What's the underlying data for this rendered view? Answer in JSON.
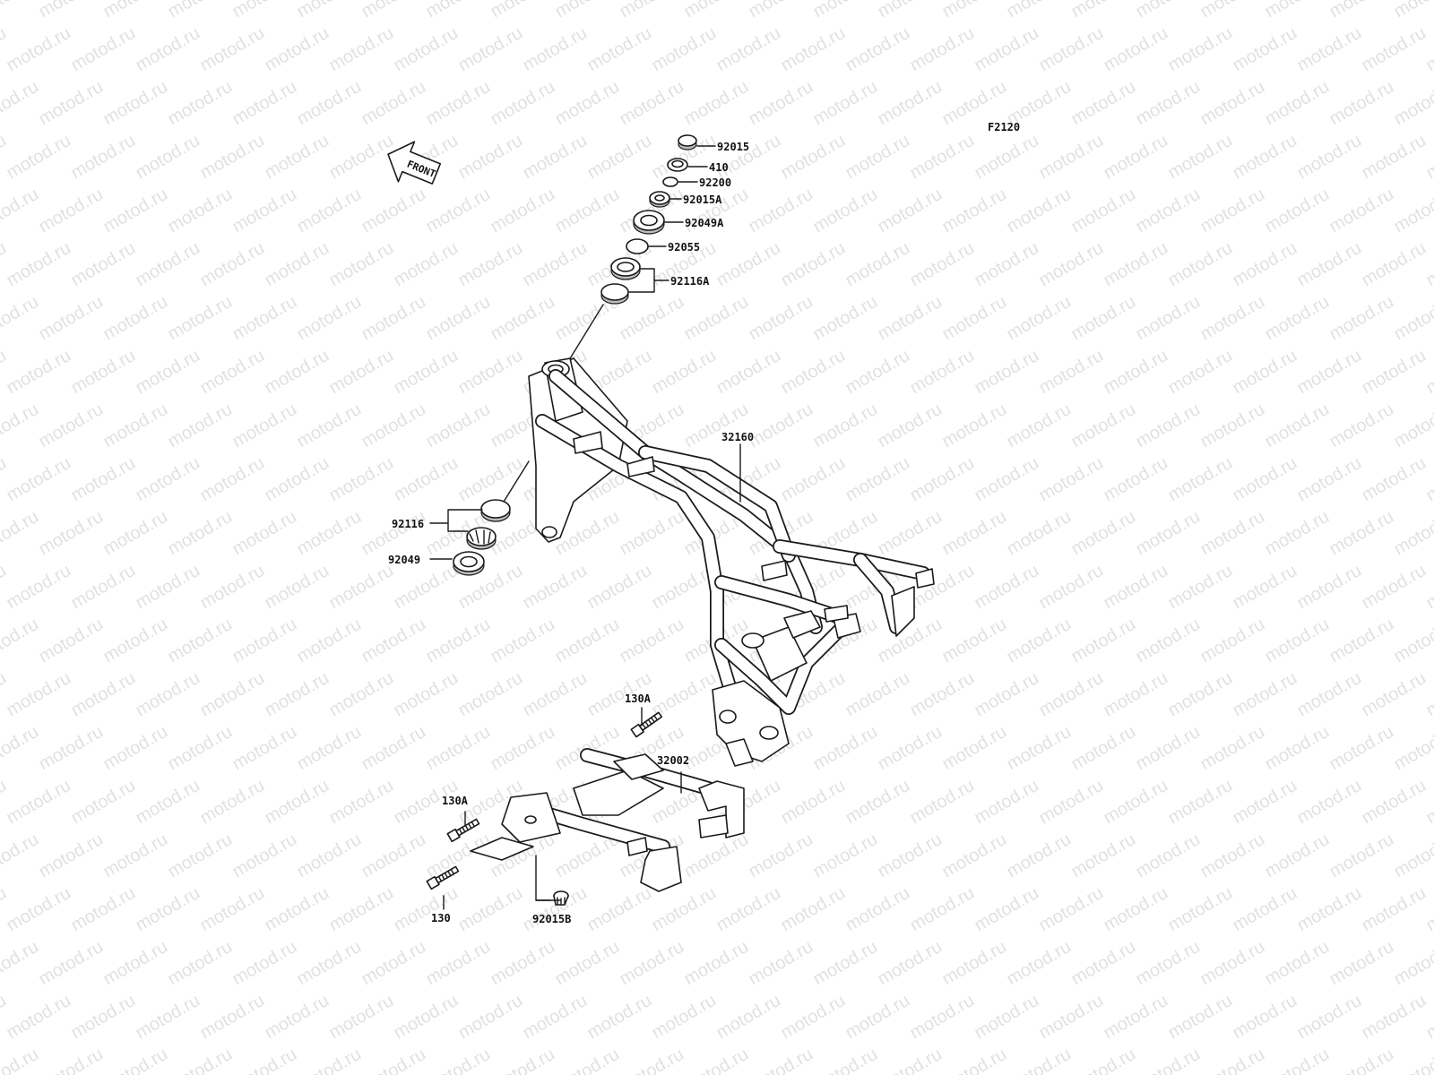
{
  "diagram_code": "F2120",
  "front_arrow_text": "FRONT",
  "watermark": "motod.ru",
  "parts": [
    {
      "id": "p-92015",
      "label": "92015"
    },
    {
      "id": "p-410",
      "label": "410"
    },
    {
      "id": "p-92200",
      "label": "92200"
    },
    {
      "id": "p-92015A",
      "label": "92015A"
    },
    {
      "id": "p-92049A",
      "label": "92049A"
    },
    {
      "id": "p-92055",
      "label": "92055"
    },
    {
      "id": "p-92116A",
      "label": "92116A"
    },
    {
      "id": "p-32160",
      "label": "32160"
    },
    {
      "id": "p-92116",
      "label": "92116"
    },
    {
      "id": "p-92049",
      "label": "92049"
    },
    {
      "id": "p-130A-top",
      "label": "130A"
    },
    {
      "id": "p-32002",
      "label": "32002"
    },
    {
      "id": "p-130A-left",
      "label": "130A"
    },
    {
      "id": "p-130",
      "label": "130"
    },
    {
      "id": "p-92015B",
      "label": "92015B"
    }
  ]
}
